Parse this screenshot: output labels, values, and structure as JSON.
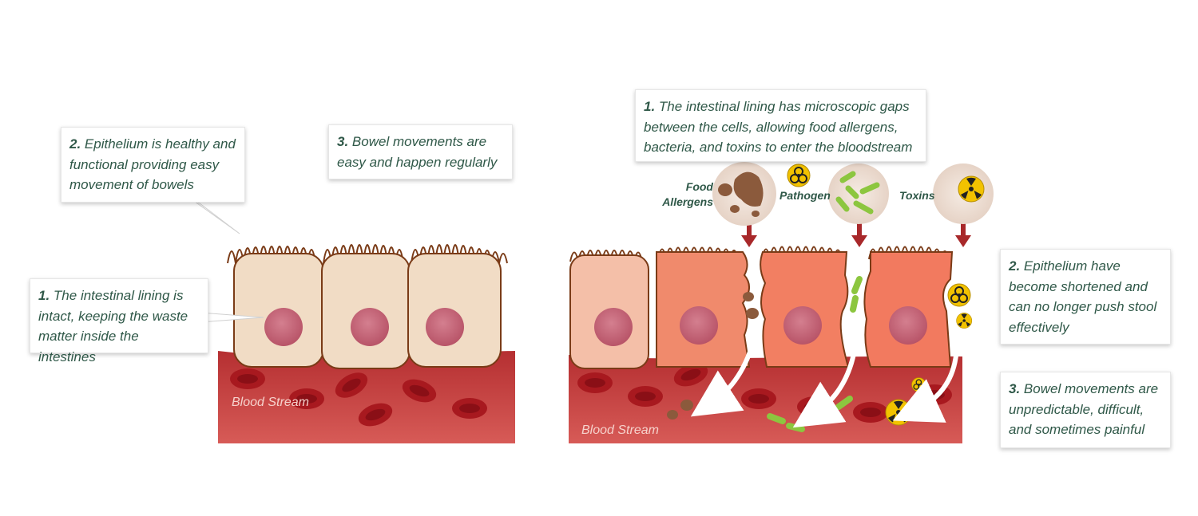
{
  "healthy": {
    "callouts": [
      {
        "num": "2.",
        "text": "Epithelium is healthy and functional providing easy movement of bowels"
      },
      {
        "num": "3.",
        "text": "Bowel movements are easy and happen regularly"
      },
      {
        "num": "1.",
        "text": "The intestinal lining is intact, keeping the waste matter inside the intestines"
      }
    ],
    "blood_label": "Blood Stream"
  },
  "leaky": {
    "callouts": [
      {
        "num": "1.",
        "text": "The intestinal lining has microscopic gaps between the cells, allowing food allergens, bacteria, and toxins to enter the bloodstream"
      },
      {
        "num": "2.",
        "text": "Epithelium have become shortened and can no longer push stool effectively"
      },
      {
        "num": "3.",
        "text": "Bowel movements are unpredictable, difficult, and sometimes painful"
      }
    ],
    "agents": [
      {
        "label": "Food Allergens",
        "icon": "food-allergen-icon"
      },
      {
        "label": "Pathogen",
        "icon": "pathogen-icon"
      },
      {
        "label": "Toxins",
        "icon": "biohazard-icon"
      }
    ],
    "blood_label": "Blood Stream"
  },
  "colors": {
    "text_green": "#2f5848",
    "healthy_cell": "#f1dcc5",
    "cell_outline": "#7a3b17",
    "nucleus": "#c9677a",
    "blood": "#c0393a",
    "damaged_cell": "#f08a6c",
    "arrow_red": "#a8282a",
    "bacteria": "#8cc63f",
    "toxin_yellow": "#f2c200"
  }
}
